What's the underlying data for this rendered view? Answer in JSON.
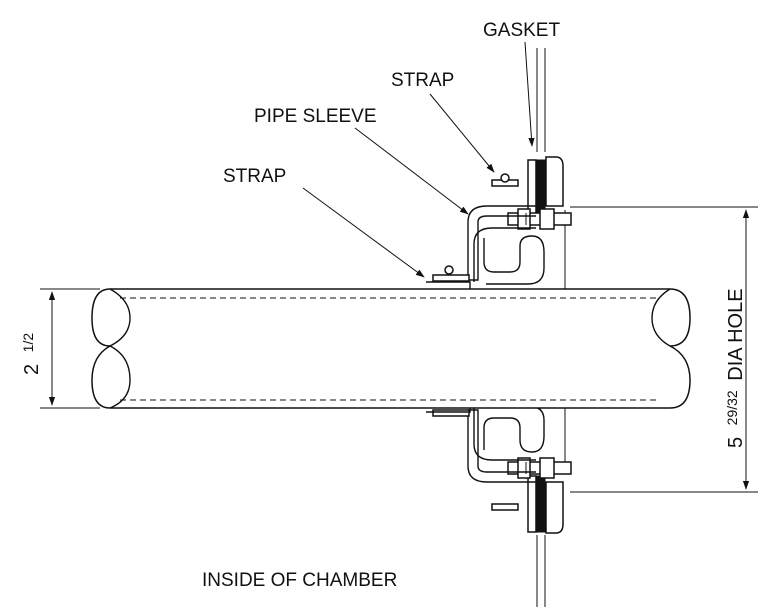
{
  "labels": {
    "gasket": "GASKET",
    "strap_upper": "STRAP",
    "pipe_sleeve": "PIPE SLEEVE",
    "strap_lower": "STRAP",
    "inside_of_chamber": "INSIDE OF CHAMBER"
  },
  "dimensions": {
    "pipe_od_whole": "2",
    "pipe_od_fraction": "1/2",
    "hole_whole": "5",
    "hole_fraction": "29/32",
    "hole_suffix": "DIA HOLE"
  }
}
